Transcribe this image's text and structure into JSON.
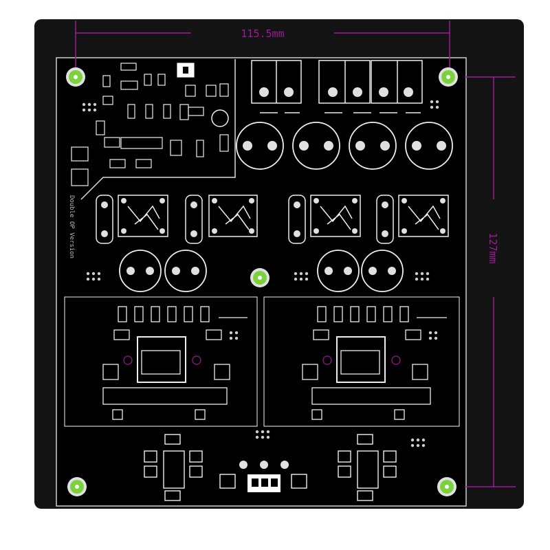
{
  "dimensions": {
    "width_label": "115.5mm",
    "height_label": "127mm"
  },
  "board_marking": "Double OP Version",
  "colors": {
    "substrate": "#000000",
    "frame": "#141414",
    "silkscreen": "#ffffff",
    "outline": "#9a9a9a",
    "dimension": "#a0189c",
    "mounting_pad": "#7cd23c",
    "via": "#cfcfcf"
  },
  "mounting_holes": [
    "top-left",
    "top-right",
    "center",
    "bottom-left",
    "bottom-right"
  ],
  "sections": [
    "power-supply-block",
    "left-amp-module",
    "right-amp-module",
    "left-output-stage",
    "right-output-stage",
    "power-connector"
  ]
}
